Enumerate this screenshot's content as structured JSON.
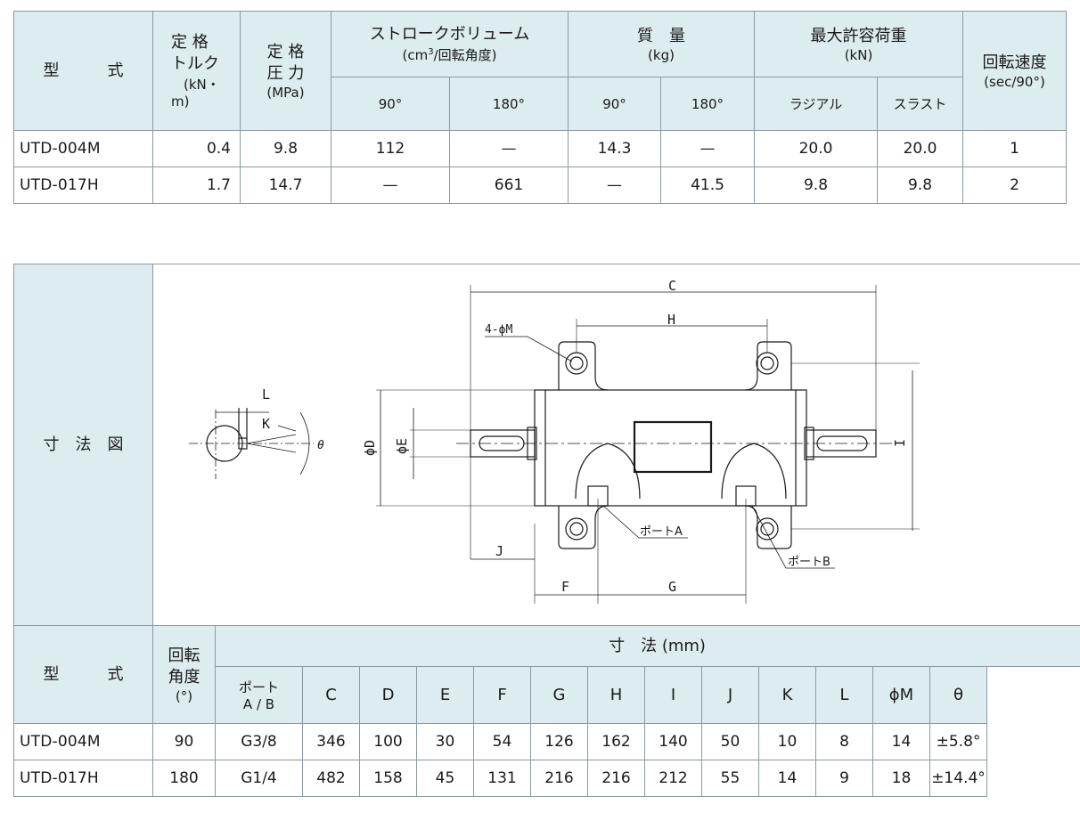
{
  "spec_table": {
    "h_model": "型　　　式",
    "h_torque": "定 格\nトルク\n(kN・\nm)",
    "h_torque_l1": "定 格",
    "h_torque_l2": "トルク",
    "h_torque_l3": "(kN・",
    "h_torque_l4": "m)",
    "h_pressure_l1": "定 格",
    "h_pressure_l2": "圧 力",
    "h_pressure_l3": "(MPa)",
    "h_stroke_l1": "ストロークボリューム",
    "h_stroke_l2a": "(cm",
    "h_stroke_sup": "3",
    "h_stroke_l2b": "/回転角度)",
    "h_mass_l1": "質　量",
    "h_mass_l2": "(kg)",
    "h_load_l1": "最大許容荷重",
    "h_load_l2": "(kN)",
    "h_speed_l1": "回転速度",
    "h_speed_l2": "(sec/90°)",
    "sub_90": "90°",
    "sub_180": "180°",
    "sub_radial": "ラジアル",
    "sub_thrust": "スラスト",
    "rows": [
      {
        "model": "UTD-004M",
        "torque": "0.4",
        "pressure": "9.8",
        "s90": "112",
        "s180": "—",
        "m90": "14.3",
        "m180": "—",
        "radial": "20.0",
        "thrust": "20.0",
        "speed": "1"
      },
      {
        "model": "UTD-017H",
        "torque": "1.7",
        "pressure": "14.7",
        "s90": "—",
        "s180": "661",
        "m90": "—",
        "m180": "41.5",
        "radial": "9.8",
        "thrust": "9.8",
        "speed": "2"
      }
    ]
  },
  "dim_table": {
    "drawing_label": "寸　法　図",
    "h_model": "型　　　式",
    "h_angle_l1": "回転",
    "h_angle_l2": "角度",
    "h_angle_l3": "(°)",
    "h_dims": "寸　法 (mm)",
    "h_port_l1": "ポート",
    "h_port_l2": "A / B",
    "cols": [
      "C",
      "D",
      "E",
      "F",
      "G",
      "H",
      "I",
      "J",
      "K",
      "L",
      "ϕM",
      "θ"
    ],
    "rows": [
      {
        "model": "UTD-004M",
        "angle": "90",
        "port": "G3/8",
        "vals": [
          "346",
          "100",
          "30",
          "54",
          "126",
          "162",
          "140",
          "50",
          "10",
          "8",
          "14",
          "±5.8°"
        ]
      },
      {
        "model": "UTD-017H",
        "angle": "180",
        "port": "G1/4",
        "vals": [
          "482",
          "158",
          "45",
          "131",
          "216",
          "216",
          "212",
          "55",
          "14",
          "9",
          "18",
          "±14.4°"
        ]
      }
    ]
  },
  "drawing": {
    "label_C": "C",
    "label_H": "H",
    "label_4M": "4-ϕM",
    "label_L": "L",
    "label_K": "K",
    "label_theta": "θ",
    "label_D": "ϕD",
    "label_E": "ϕE",
    "label_I": "I",
    "label_J": "J",
    "label_F": "F",
    "label_G": "G",
    "label_portA": "ポートA",
    "label_portB": "ポートB"
  }
}
